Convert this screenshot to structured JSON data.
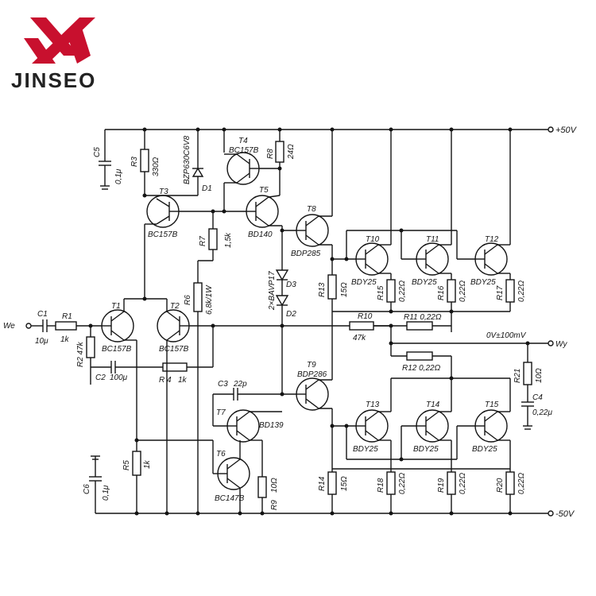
{
  "logo": {
    "text": "JINSEO",
    "color": "#c8102e"
  },
  "rails": {
    "pos": "+50V",
    "neg": "-50V",
    "out_label": "0V±100mV",
    "out_node": "Wy",
    "in_node": "We"
  },
  "parts": {
    "c1": "C1",
    "c1v": "10μ",
    "r1": "R1",
    "r1v": "1k",
    "r2": "R2 47k",
    "c2": "C2",
    "c2v": "100μ",
    "r4": "R 4",
    "r4v": "1k",
    "t1": "T1",
    "t1t": "BC157B",
    "t2": "T2",
    "t2t": "BC157B",
    "t3": "T3",
    "t3t": "BC157B",
    "t4": "T4",
    "t4t": "BC157B",
    "t5": "T5",
    "t5t": "BD140",
    "t6": "T6",
    "t6t": "BC147B",
    "t7": "T7",
    "t7t": "BD139",
    "t8": "T8",
    "t8t": "BDP285",
    "t9": "T9",
    "t9t": "BDP286",
    "t10": "T10",
    "t10t": "BDY25",
    "t11": "T11",
    "t11t": "BDY25",
    "t12": "T12",
    "t12t": "BDY25",
    "t13": "T13",
    "t13t": "BDY25",
    "t14": "T14",
    "t14t": "BDY25",
    "t15": "T15",
    "t15t": "BDY25",
    "c5": "C5",
    "c5v": "0,1μ",
    "r3": "R3",
    "r3v": "330Ω",
    "d1": "D1",
    "d1t": "BZP630C6V8",
    "r8": "R8",
    "r8v": "24Ω",
    "r7": "R7",
    "r7v": "1,5k",
    "r6": "R6",
    "r6v": "6,8k/1W",
    "d3": "D3",
    "d2": "D2",
    "dt": "2×BAVP17",
    "r13": "R13",
    "r13v": "15Ω",
    "r15": "R15",
    "r15v": "0,22Ω",
    "r16": "R16",
    "r16v": "0,22Ω",
    "r17": "R17",
    "r17v": "0,22Ω",
    "r10": "R10",
    "r10v": "47k",
    "r11": "R11 0,22Ω",
    "r12": "R12 0,22Ω",
    "r21": "R21",
    "r21v": "10Ω",
    "c4": "C4",
    "c4v": "0,22μ",
    "c3": "C3",
    "c3v": "22p",
    "r5": "R5",
    "r5v": "1k",
    "c6": "C6",
    "c6v": "0,1μ",
    "r9": "R9",
    "r9v": "10Ω",
    "r14": "R14",
    "r14v": "15Ω",
    "r18": "R18",
    "r18v": "0,22Ω",
    "r19": "R19",
    "r19v": "0,22Ω",
    "r20": "R20",
    "r20v": "0,22Ω"
  }
}
